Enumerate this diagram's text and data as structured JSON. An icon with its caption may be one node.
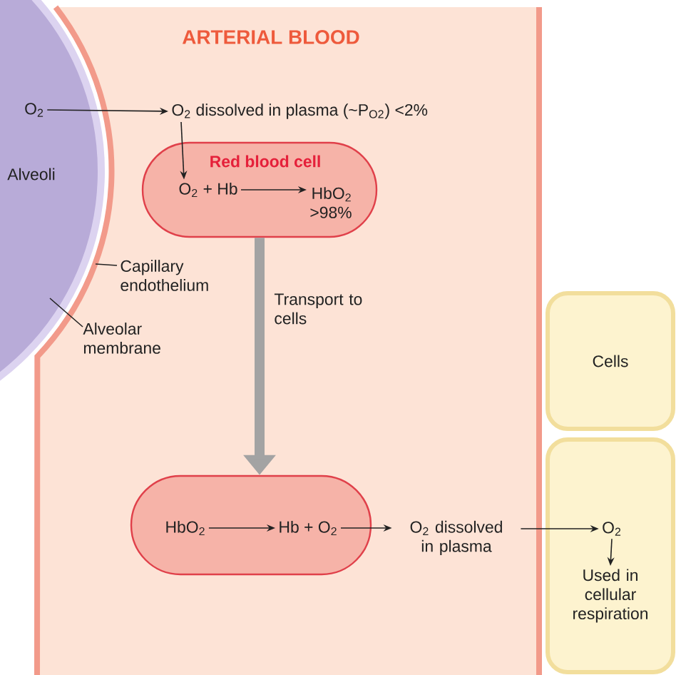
{
  "diagram": {
    "nodes": [
      {
        "text": [
          "ARTERIAL BLOOD"
        ]
      },
      {
        "text": [
          "Alveoli"
        ]
      },
      {
        "text": [
          "O$_{2}$"
        ],
        "in": 1
      },
      {
        "text": [
          "O$_{2}$ dissolved in plasma (~P$_{O2}$) <2%"
        ],
        "in": 0
      },
      {
        "text": [
          "Red blood cell"
        ],
        "in": 0
      },
      {
        "text": [
          "O$_{2}$ + Hb"
        ],
        "in": 4
      },
      {
        "text": [
          "HbO$_{2}$",
          ">98%"
        ],
        "in": 4
      },
      {
        "text": [],
        "shape": "box",
        "in": 0
      },
      {
        "text": [
          "HbO$_{2}$"
        ],
        "in": 7
      },
      {
        "text": [
          "Hb + O$_{2}$"
        ],
        "in": 7
      },
      {
        "text": [
          "O$_{2}$ dissolved in plasma"
        ],
        "in": 0
      },
      {
        "text": [
          "Cells"
        ]
      },
      {
        "text": [],
        "shape": "box"
      },
      {
        "text": [
          "O$_{2}$"
        ],
        "in": 12
      },
      {
        "text": [
          "Used in cellular respiration"
        ],
        "in": 12
      },
      {
        "text": [
          "Capillary endothelium"
        ],
        "in": 0
      },
      {
        "text": [
          "Alveolar membrane"
        ],
        "in": 0
      }
    ],
    "edges": [
      {
        "from": 2,
        "to": 3,
        "arrow": "to"
      },
      {
        "from": 3,
        "to": 5,
        "arrow": "to"
      },
      {
        "from": 5,
        "to": 6,
        "arrow": "to"
      },
      {
        "from": 4,
        "to": 7,
        "arrow": "to",
        "label": "Transport to cells",
        "style": "thick",
        "color": "#a3a3a3"
      },
      {
        "from": 8,
        "to": 9,
        "arrow": "to"
      },
      {
        "from": 9,
        "to": 10,
        "arrow": "to"
      },
      {
        "from": 10,
        "to": 13,
        "arrow": "to"
      },
      {
        "from": 13,
        "to": 14,
        "arrow": "to"
      },
      {
        "from": 15,
        "to": 0,
        "arrow": "none"
      },
      {
        "from": 16,
        "to": 1,
        "arrow": "none"
      }
    ]
  }
}
